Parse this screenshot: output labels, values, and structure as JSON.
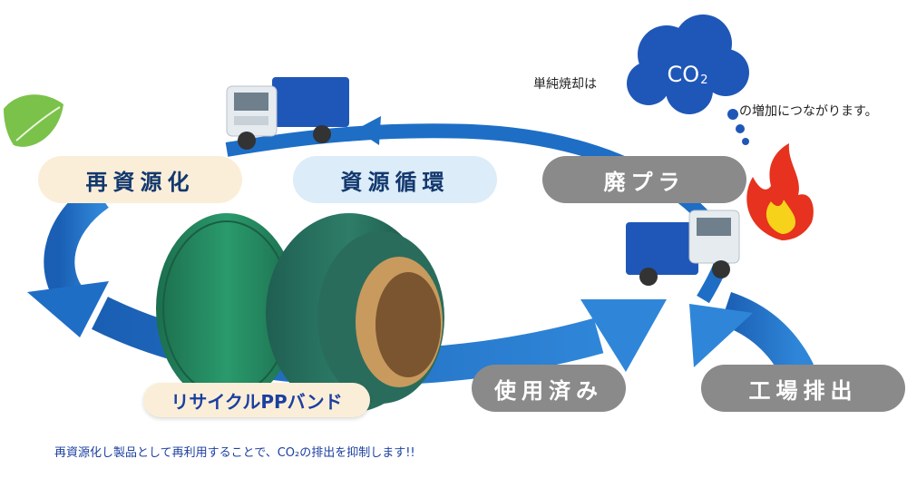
{
  "labels": {
    "recycle": "再資源化",
    "resource_cycle": "資源循環",
    "waste_plastic": "廃プラ",
    "used": "使用済み",
    "factory_discharge": "工場排出",
    "band": "リサイクルPPバンド"
  },
  "co2_note": {
    "prefix": "単純焼却は",
    "gas_main": "CO",
    "gas_sub": "2",
    "suffix": "の増加につながります。"
  },
  "bottom_note": "再資源化し製品として再利用することで、CO₂の排出を抑制します!!",
  "icons": [
    "leaf-icon",
    "truck-icon",
    "cloud-icon",
    "flame-icon",
    "band-roll-icon"
  ],
  "colors": {
    "arrow_blue": "#1e6ec6",
    "cream_pill": "#fbeed8",
    "light_blue_pill": "#dcecf8",
    "gray_pill": "#8a8a8a",
    "cloud_blue": "#1f57b8",
    "band_green": "#1f7d5a",
    "leaf_green": "#7ac24a",
    "flame_red": "#e6321e"
  }
}
